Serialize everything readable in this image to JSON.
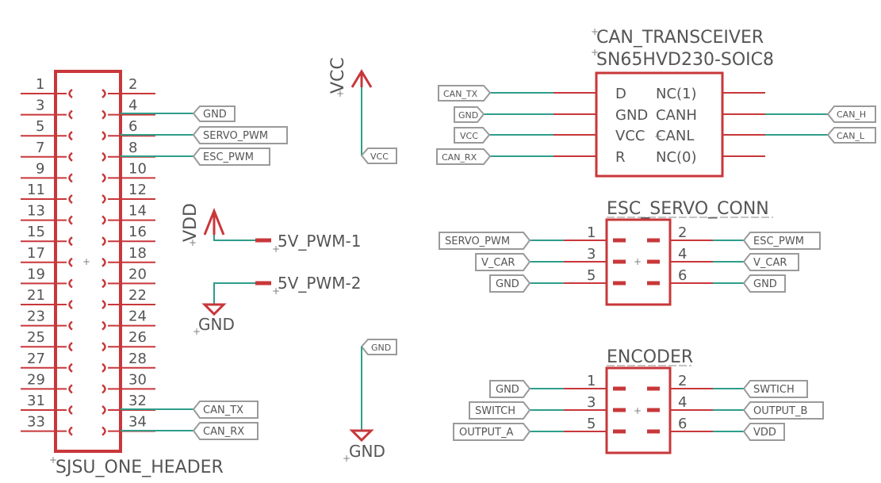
{
  "header": {
    "name": "SJSU_ONE_HEADER",
    "left_pins": [
      "1",
      "3",
      "5",
      "7",
      "9",
      "11",
      "13",
      "15",
      "17",
      "19",
      "21",
      "23",
      "25",
      "27",
      "29",
      "31",
      "33"
    ],
    "right_pins": [
      "2",
      "4",
      "6",
      "8",
      "10",
      "12",
      "14",
      "16",
      "18",
      "20",
      "22",
      "24",
      "26",
      "28",
      "30",
      "32",
      "34"
    ],
    "nets": {
      "gnd": "GND",
      "servo": "SERVO_PWM",
      "esc": "ESC_PWM",
      "can_tx": "CAN_TX",
      "can_rx": "CAN_RX"
    }
  },
  "vcc": {
    "label": "VCC",
    "net": "VCC"
  },
  "vdd": {
    "label": "VDD",
    "pwm1": "5V_PWM-1",
    "pwm2": "5V_PWM-2"
  },
  "gnd1": {
    "label": "GND"
  },
  "gnd2": {
    "label": "GND",
    "net": "GND"
  },
  "transceiver": {
    "name": "CAN_TRANSCEIVER",
    "part": "SN65HVD230-SOIC8",
    "pin_d": "D",
    "pin_gnd": "GND",
    "pin_vcc": "VCC",
    "pin_r": "R",
    "pin_nc1": "NC(1)",
    "pin_canh": "CANH",
    "pin_canl": "CANL",
    "pin_nc0": "NC(0)",
    "net_can_tx": "CAN_TX",
    "net_gnd": "GND",
    "net_vcc": "VCC",
    "net_can_rx": "CAN_RX",
    "net_can_h": "CAN_H",
    "net_can_l": "CAN_L"
  },
  "esc_conn": {
    "name": "ESC_SERVO_CONN",
    "p1": "1",
    "p2": "2",
    "p3": "3",
    "p4": "4",
    "p5": "5",
    "p6": "6",
    "n1": "SERVO_PWM",
    "n3": "V_CAR",
    "n5": "GND",
    "n2": "ESC_PWM",
    "n4": "V_CAR",
    "n6": "GND"
  },
  "encoder": {
    "name": "ENCODER",
    "p1": "1",
    "p2": "2",
    "p3": "3",
    "p4": "4",
    "p5": "5",
    "p6": "6",
    "n1": "GND",
    "n3": "SWITCH",
    "n5": "OUTPUT_A",
    "n2": "SWTICH",
    "n4": "OUTPUT_B",
    "n6": "VDD"
  },
  "colors": {
    "symbol": "#C8373A",
    "wire": "#2E9E8A",
    "label_box": "#9A9A9A",
    "text": "#555555"
  }
}
